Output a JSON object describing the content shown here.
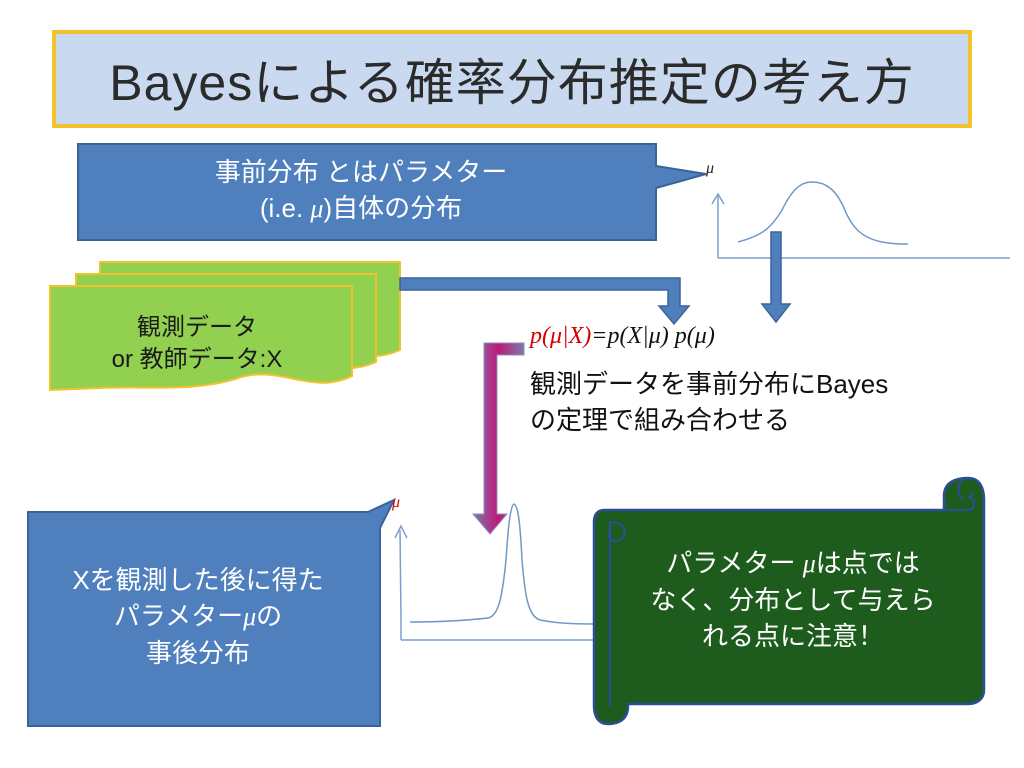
{
  "title": "Bayesによる確率分布推定の考え方",
  "prior_callout": {
    "line1": "事前分布 とはパラメター",
    "line2_prefix": "(i.e. ",
    "line2_mu": "μ",
    "line2_suffix": ")自体の分布"
  },
  "observed_data": {
    "line1": "観測データ",
    "line2": "or 教師データ:X"
  },
  "equation": {
    "lhs": "p(μ|X)",
    "eq": "=",
    "rhs": "p(X|μ) p(μ)"
  },
  "equation_desc": {
    "line1": "観測データを事前分布にBayes",
    "line2": "の定理で組み合わせる"
  },
  "posterior_callout": {
    "line1": "Xを観測した後に得た",
    "line2_prefix": "パラメター",
    "line2_mu": "μ",
    "line2_suffix": "の",
    "line3": "事後分布"
  },
  "scroll_note": {
    "line1_prefix": "パラメター ",
    "line1_mu": "μ",
    "line1_suffix": "は点では",
    "line2": "なく、分布として与えら",
    "line3": "れる点に注意！"
  },
  "prior_graph_axis": "μ",
  "posterior_graph_axis": "μ",
  "colors": {
    "title_bg": "#c9daf0",
    "title_border": "#f2c12e",
    "callout_blue": "#4f80bd",
    "data_green": "#92d050",
    "scroll_green": "#1e5c1e",
    "arrow_blue": "#4f80bd",
    "arrow_magenta": "#b5006e"
  }
}
